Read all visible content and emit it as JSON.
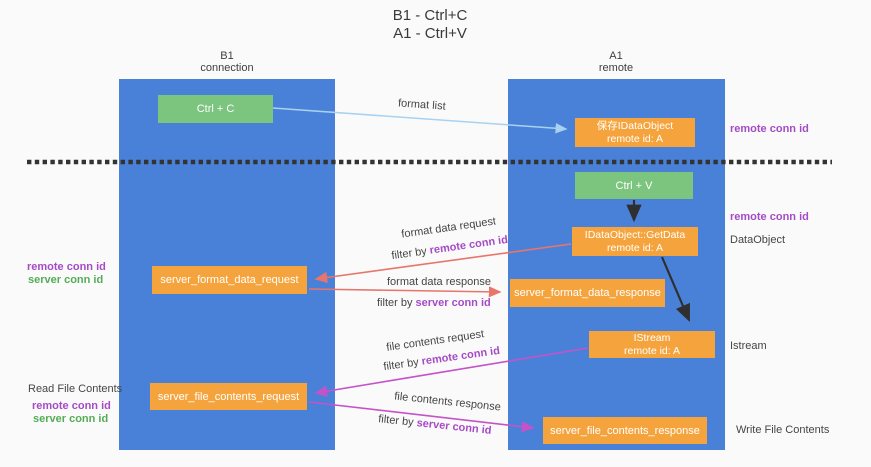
{
  "title": {
    "line1": "B1 - Ctrl+C",
    "line2": "A1 - Ctrl+V"
  },
  "columns": {
    "left": {
      "name": "B1",
      "role": "connection"
    },
    "right": {
      "name": "A1",
      "role": "remote"
    }
  },
  "nodes": {
    "ctrl_c": "Ctrl + C",
    "ctrl_v": "Ctrl + V",
    "save_dataobject": {
      "line1": "保存IDataObject",
      "line2": "remote id: A"
    },
    "getdata": {
      "line1": "IDataObject::GetData",
      "line2": "remote id: A"
    },
    "istream": {
      "line1": "IStream",
      "line2": "remote id: A"
    },
    "server_format_data_request": "server_format_data_request",
    "server_format_data_response": "server_format_data_response",
    "server_file_contents_request": "server_file_contents_request",
    "server_file_contents_response": "server_file_contents_response"
  },
  "labels": {
    "format_list": "format list",
    "format_data_request": "format data request",
    "format_data_response": "format data response",
    "file_contents_request": "file contents request",
    "file_contents_response": "file contents response",
    "filter_by": "filter by",
    "remote_conn_id": "remote conn id",
    "server_conn_id": "server conn id",
    "dataobject": "DataObject",
    "istream_side": "Istream",
    "read_file_contents": "Read File Contents",
    "write_file_contents": "Write File Contents"
  },
  "colors": {
    "background": "#fafafa",
    "column_blue": "#4a81d8",
    "box_orange": "#f5a43d",
    "box_green": "#7cc57e",
    "arrow_black": "#2f2f2f",
    "arrow_salmon": "#e8756b",
    "arrow_magenta": "#c553c8",
    "arrow_lightblue": "#a8d2f0",
    "text_purple": "#a64bc6",
    "text_green": "#56ac56",
    "divider": "#333333"
  }
}
